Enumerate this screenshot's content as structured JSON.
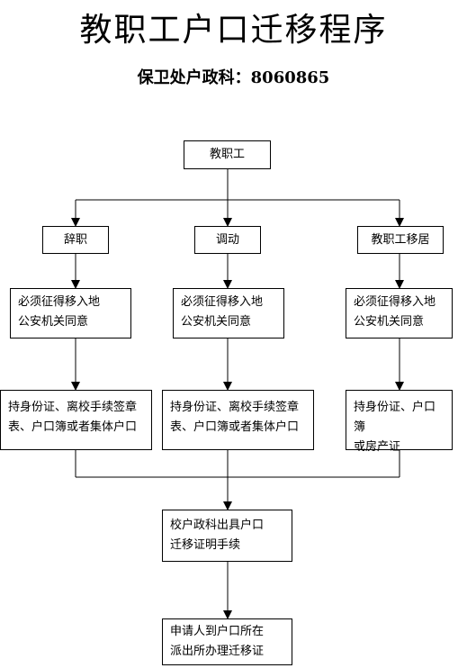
{
  "title": "教职工户口迁移程序",
  "subtitle": "保卫处户政科：8060865",
  "nodes": {
    "root": "教职工",
    "resign": "辞职",
    "transfer": "调动",
    "relocate": "教职工移居",
    "resign_req": [
      "必须征得移入地",
      "公安机关同意"
    ],
    "transfer_req": [
      "必须征得移入地",
      "公安机关同意"
    ],
    "relocate_req": [
      "必须征得移入地",
      "公安机关同意"
    ],
    "resign_docs": [
      "持身份证、离校手续签章",
      "表、户口簿或者集体户口"
    ],
    "transfer_docs": [
      "持身份证、离校手续签章",
      "表、户口簿或者集体户口"
    ],
    "relocate_docs": [
      "持身份证、户口簿",
      "或房产证"
    ],
    "certificate": [
      "校户政科出具户口",
      "迁移证明手续"
    ],
    "final": [
      "申请人到户口所在",
      "派出所办理迁移证"
    ]
  }
}
